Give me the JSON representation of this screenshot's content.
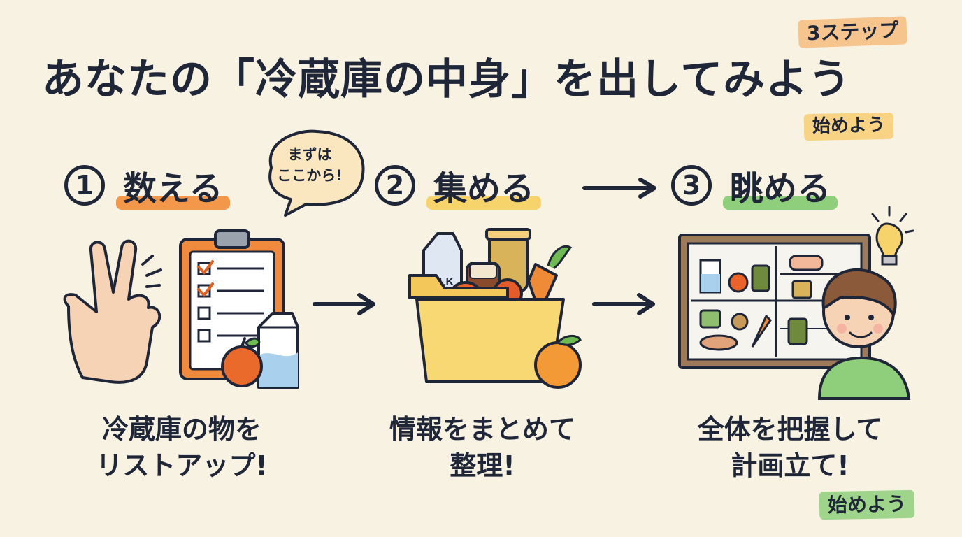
{
  "title": "あなたの「冷蔵庫の中身」を出してみよう",
  "tags": {
    "steps": "3ステップ",
    "start_top": "始めよう",
    "start_bottom": "始めよう"
  },
  "bubble": {
    "line1": "まずは",
    "line2": "ここから!"
  },
  "steps": [
    {
      "number": "1",
      "label": "数える",
      "caption_line1": "冷蔵庫の物を",
      "caption_line2": "リストアップ!"
    },
    {
      "number": "2",
      "label": "集める",
      "caption_line1": "情報をまとめて",
      "caption_line2": "整理!"
    },
    {
      "number": "3",
      "label": "眺める",
      "caption_line1": "全体を把握して",
      "caption_line2": "計画立て!"
    }
  ],
  "illustrations": {
    "milk_label": "MILK"
  },
  "colors": {
    "background": "#f8f2e3",
    "ink": "#1f2638",
    "orange_highlight": "#f3974a",
    "yellow_highlight": "#f6d36b",
    "green_highlight": "#8fcf7c"
  }
}
